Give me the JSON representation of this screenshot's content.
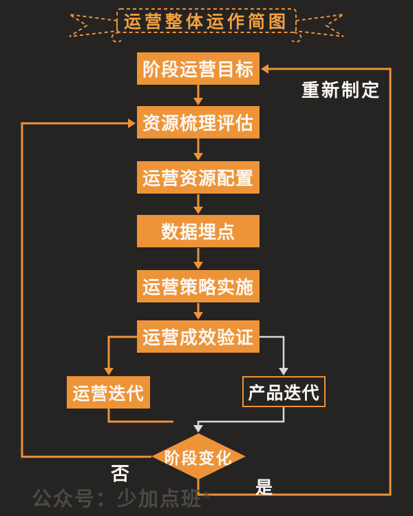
{
  "title": "运营整体运作简图",
  "steps": [
    {
      "label": "阶段运营目标"
    },
    {
      "label": "资源梳理评估"
    },
    {
      "label": "运营资源配置"
    },
    {
      "label": "数据埋点"
    },
    {
      "label": "运营策略实施"
    },
    {
      "label": "运营成效验证"
    }
  ],
  "branches": {
    "left": {
      "label": "运营迭代"
    },
    "right": {
      "label": "产品迭代"
    }
  },
  "decision": {
    "label": "阶段变化"
  },
  "edge_labels": {
    "redefine": "重新制定",
    "no": "否",
    "yes": "是"
  },
  "watermark": {
    "text": "公众号：少加点班",
    "mark": "®"
  },
  "colors": {
    "background": "#262323",
    "orange": "#ED9438",
    "box_text": "#FAF8F5",
    "white_connector": "#D9D9D9",
    "watermark_gray": "#4B4946"
  }
}
